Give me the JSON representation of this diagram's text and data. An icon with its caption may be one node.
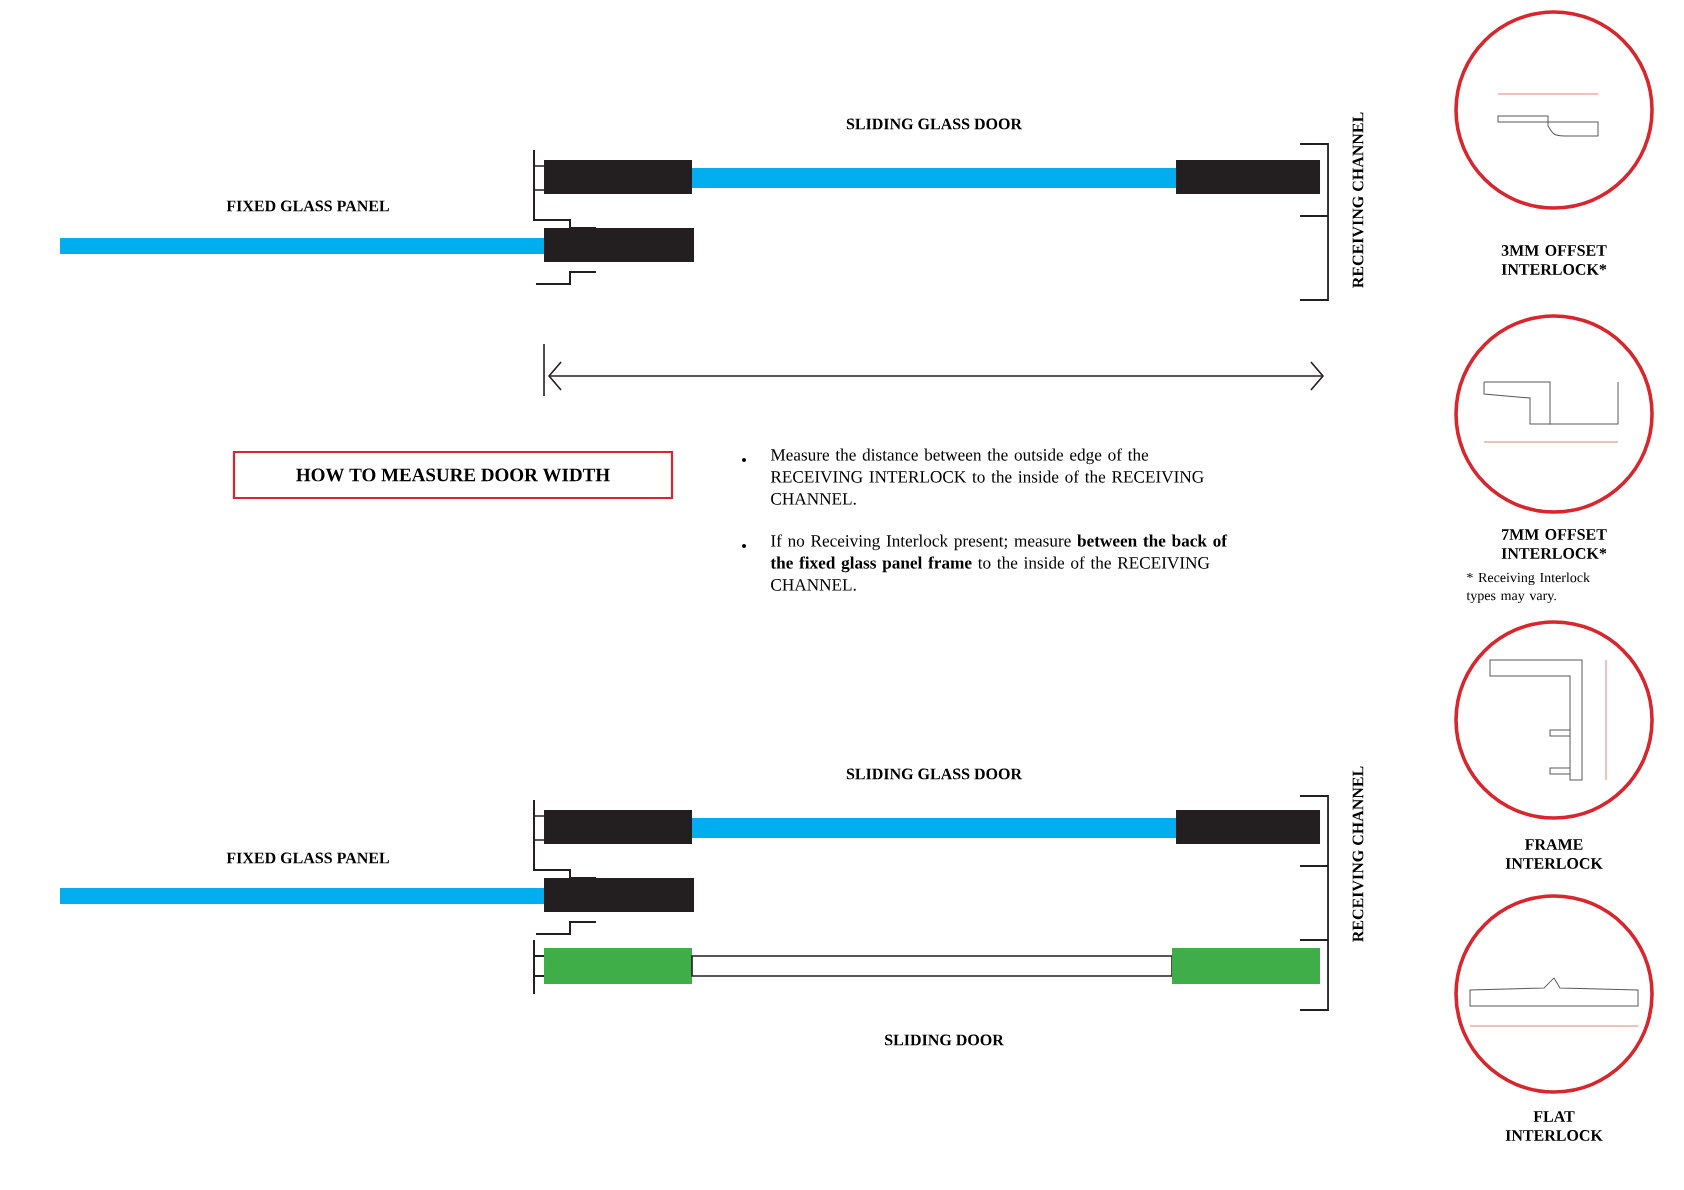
{
  "diagram": {
    "nodes": [
      {
        "text": [
          "HOW TO MEASURE DOOR WIDTH"
        ]
      },
      {
        "text": [
          "3MM OFFSET INTERLOCK*"
        ]
      },
      {
        "text": [
          "7MM OFFSET INTERLOCK*"
        ]
      },
      {
        "text": [
          "FRAME INTERLOCK"
        ]
      },
      {
        "text": [
          "FLAT INTERLOCK"
        ]
      }
    ],
    "edges": [],
    "labels": [
      "SLIDING GLASS DOOR",
      "FIXED GLASS PANEL",
      "RECEIVING CHANNEL",
      "Measure the distance between the outside edge of the RECEIVING INTERLOCK to the inside of the RECEIVING CHANNEL.",
      "If no Receiving Interlock present; measure **between the back of the fixed glass panel frame** to the inside of the RECEIVING CHANNEL.",
      "* Receiving Interlock types may vary.",
      "SLIDING GLASS DOOR",
      "FIXED GLASS PANEL",
      "RECEIVING CHANNEL",
      "SLIDING DOOR"
    ]
  }
}
